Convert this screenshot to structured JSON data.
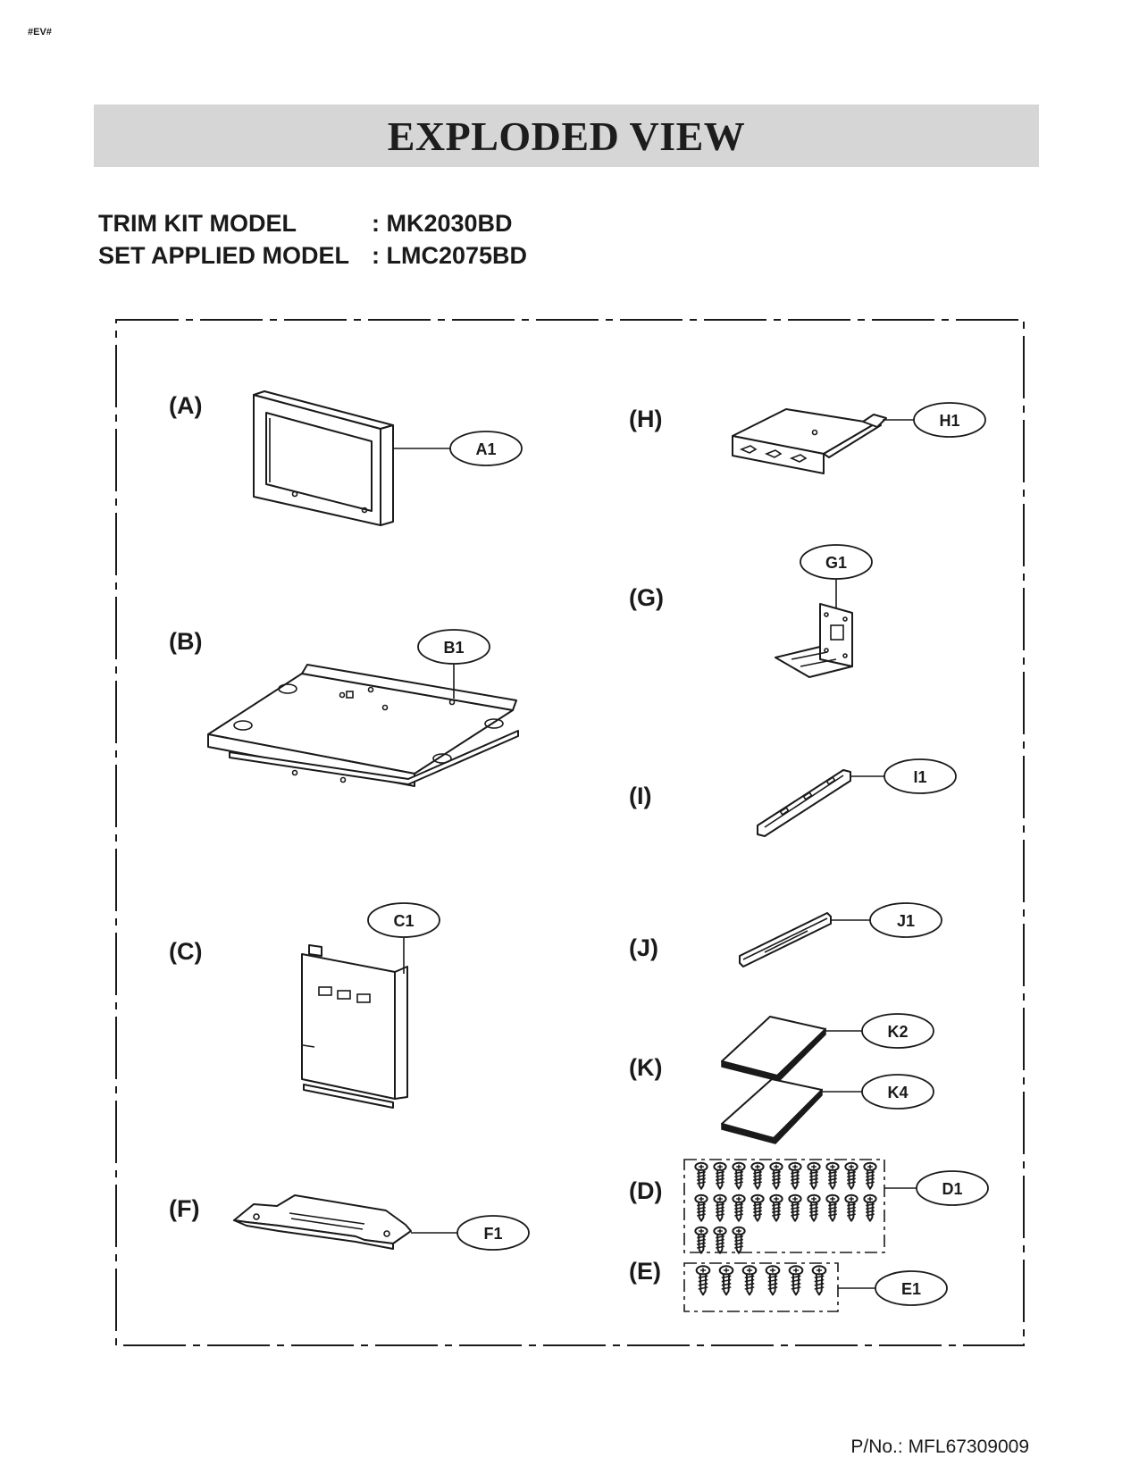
{
  "page": {
    "marker": "#EV#",
    "title": "EXPLODED VIEW",
    "models": [
      {
        "label": "TRIM KIT MODEL",
        "value": ": MK2030BD"
      },
      {
        "label": "SET APPLIED MODEL",
        "value": ": LMC2075BD"
      }
    ],
    "part_number": "P/No.: MFL67309009"
  },
  "sections": {
    "A": {
      "label": "(A)",
      "callouts": [
        "A1"
      ]
    },
    "B": {
      "label": "(B)",
      "callouts": [
        "B1"
      ]
    },
    "C": {
      "label": "(C)",
      "callouts": [
        "C1"
      ]
    },
    "F": {
      "label": "(F)",
      "callouts": [
        "F1"
      ]
    },
    "H": {
      "label": "(H)",
      "callouts": [
        "H1"
      ]
    },
    "G": {
      "label": "(G)",
      "callouts": [
        "G1"
      ]
    },
    "I": {
      "label": "(I)",
      "callouts": [
        "I1"
      ]
    },
    "J": {
      "label": "(J)",
      "callouts": [
        "J1"
      ]
    },
    "K": {
      "label": "(K)",
      "callouts": [
        "K2",
        "K4"
      ]
    },
    "D": {
      "label": "(D)",
      "callouts": [
        "D1"
      ],
      "quantity": 23
    },
    "E": {
      "label": "(E)",
      "callouts": [
        "E1"
      ],
      "quantity": 6
    }
  }
}
